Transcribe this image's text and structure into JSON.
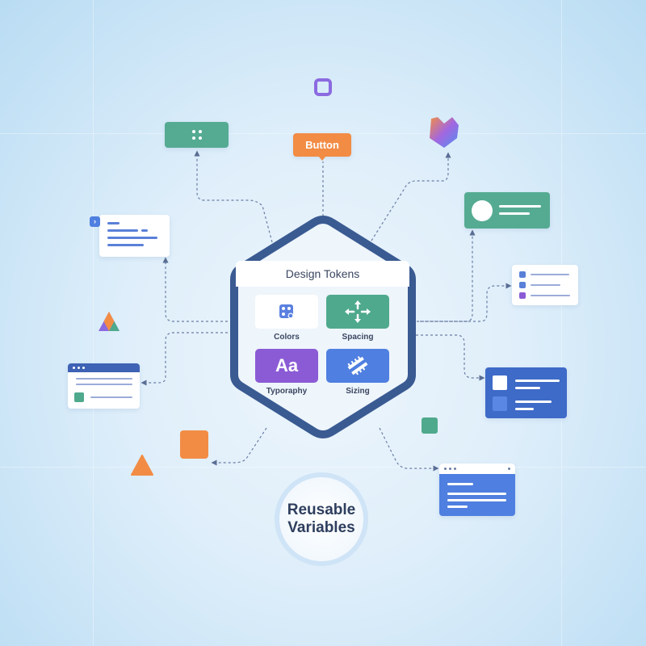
{
  "diagram": {
    "center_title": "Design Tokens",
    "tokens": [
      {
        "label": "Colors",
        "icon": "palette-icon",
        "color": "#ffffff"
      },
      {
        "label": "Spacing",
        "icon": "move-arrows-icon",
        "color": "#4fa98c"
      },
      {
        "label": "Typoraphy",
        "icon": "Aa",
        "color": "#8b5bd6"
      },
      {
        "label": "Sizing",
        "icon": "ruler-icon",
        "color": "#4f7fe0"
      }
    ],
    "button_label": "Button",
    "footer_label_line1": "Reusable",
    "footer_label_line2": "Variables",
    "colors": {
      "hex_border": "#3a5a92",
      "green": "#4fa98c",
      "orange": "#f28c45",
      "purple": "#8b5bd6",
      "blue": "#4f7fe0",
      "connector": "#5a6e94"
    }
  }
}
